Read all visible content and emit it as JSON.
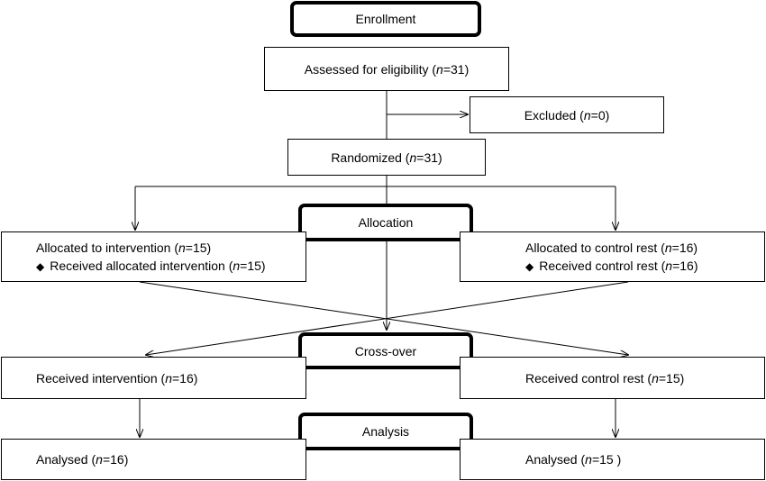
{
  "stages": {
    "enrollment": "Enrollment",
    "allocation": "Allocation",
    "crossover": "Cross-over",
    "analysis": "Analysis"
  },
  "n_symbol": "n",
  "boxes": {
    "assessed": {
      "prefix": "Assessed for eligibility (",
      "value": "=31",
      "suffix": ")"
    },
    "excluded": {
      "prefix": "Excluded (",
      "value": "=0",
      "suffix": ")"
    },
    "randomized": {
      "prefix": "Randomized (",
      "value": "=31",
      "suffix": ")"
    },
    "alloc_intervention": {
      "line1": {
        "prefix": "Allocated to intervention (",
        "value": "=15",
        "suffix": ")"
      },
      "line2": {
        "prefix": "Received allocated intervention (",
        "value": "=15",
        "suffix": ")"
      }
    },
    "alloc_control": {
      "line1": {
        "prefix": "Allocated to control rest (",
        "value": "=16",
        "suffix": ")"
      },
      "line2": {
        "prefix": "Received control rest (",
        "value": "=16",
        "suffix": ")"
      }
    },
    "cross_intervention": {
      "prefix": "Received intervention (",
      "value": "=16",
      "suffix": ")"
    },
    "cross_control": {
      "prefix": "Received control rest (",
      "value": "=15",
      "suffix": ")"
    },
    "analysed_left": {
      "prefix": "Analysed (",
      "value": "=16",
      "suffix": ")"
    },
    "analysed_right": {
      "prefix": "Analysed (",
      "value": "=15",
      "suffix": " )"
    }
  },
  "bullet_icon": "diamond-icon",
  "colors": {
    "line": "#000000",
    "background": "#ffffff"
  }
}
